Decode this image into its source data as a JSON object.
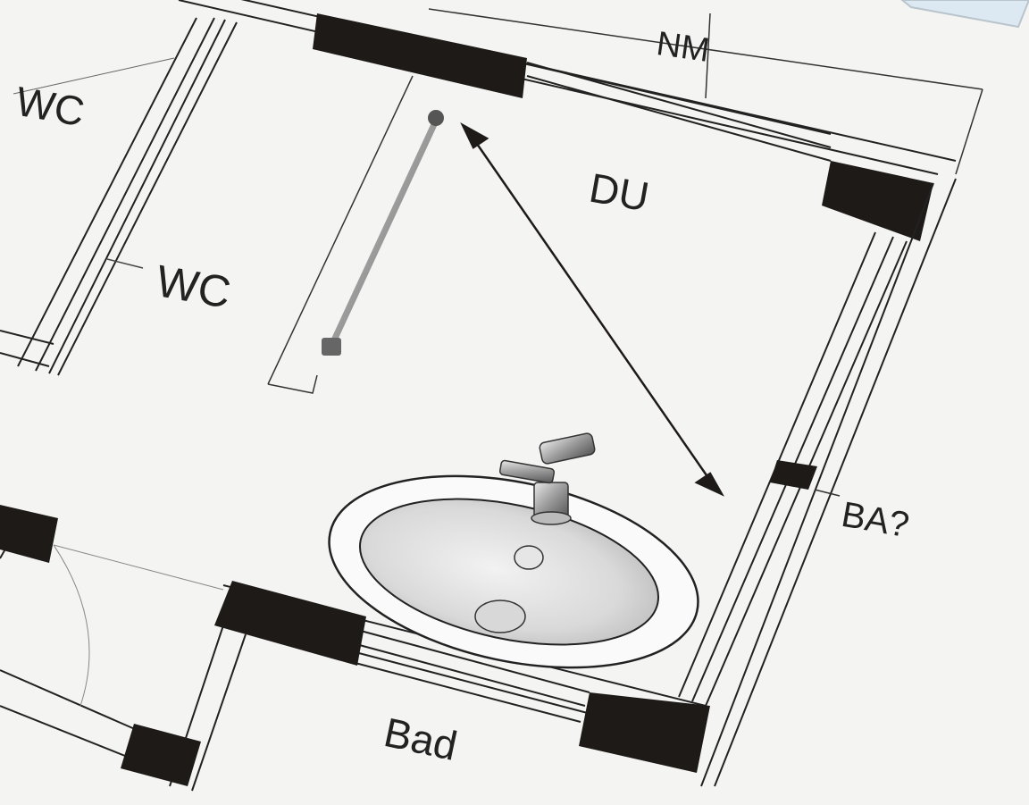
{
  "image": {
    "subject": "Architectural bathroom floor plan photographed at an angle",
    "background_color": "#f4f4f3",
    "ink_color": "#1e1a18"
  },
  "labels": {
    "dimension": "NM",
    "shower": "DU",
    "wc_upper": "WC",
    "wc_lower": "WC",
    "right_wall": "BA?",
    "room": "Bad"
  },
  "fixtures": {
    "sink": "washbasin-with-tap",
    "shower_rod": "shower-curtain-rod",
    "arrow": "diagonal-double-headed-arrow"
  }
}
